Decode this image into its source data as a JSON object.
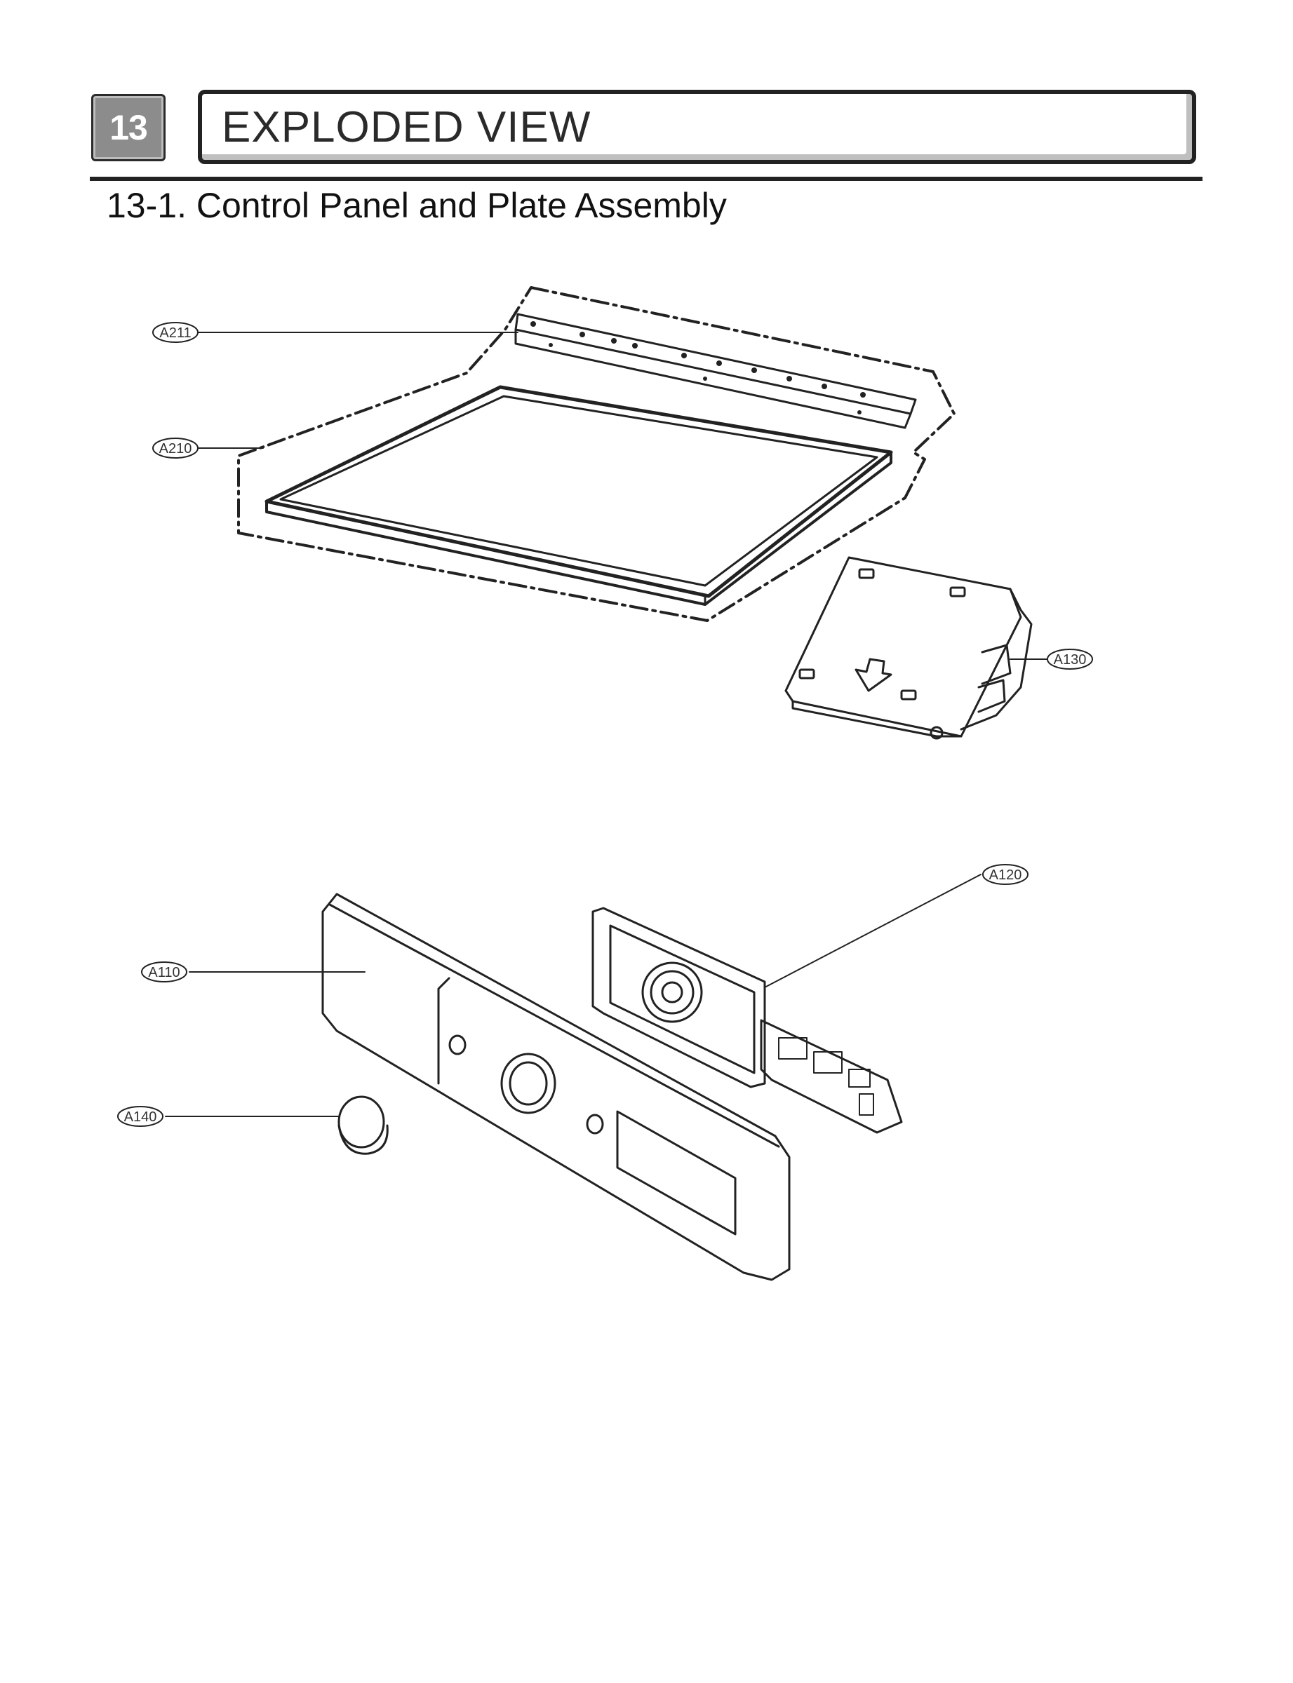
{
  "header": {
    "section_number": "13",
    "title": "EXPLODED VIEW",
    "subtitle": "13-1. Control Panel and Plate Assembly"
  },
  "callouts": [
    {
      "id": "a211",
      "label": "A211"
    },
    {
      "id": "a210",
      "label": "A210"
    },
    {
      "id": "a130",
      "label": "A130"
    },
    {
      "id": "a120",
      "label": "A120"
    },
    {
      "id": "a110",
      "label": "A110"
    },
    {
      "id": "a140",
      "label": "A140"
    }
  ],
  "colors": {
    "line": "#222222",
    "badge": "#8c8c8c"
  }
}
